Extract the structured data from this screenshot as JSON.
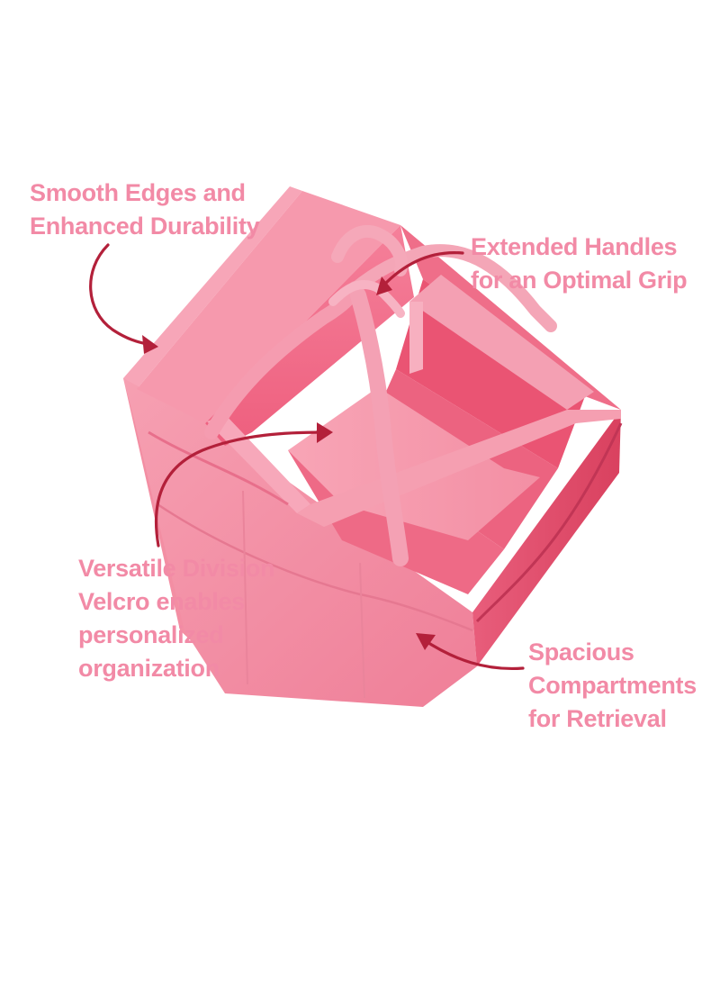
{
  "colors": {
    "label_text": "#f28aa6",
    "arrow": "#b3203a",
    "product_pink": "#f47a93",
    "background": "#ffffff"
  },
  "callouts": {
    "edges": {
      "line1": "Smooth Edges and",
      "line2": "Enhanced Durability"
    },
    "handles": {
      "line1": "Extended Handles",
      "line2": "for an Optimal Grip"
    },
    "division": {
      "line1": "Versatile Division",
      "line2": "Velcro enables",
      "line3": "personalized",
      "line4": "organization"
    },
    "compartments": {
      "line1": "Spacious",
      "line2": "Compartments",
      "line3": "for Retrieval"
    }
  }
}
